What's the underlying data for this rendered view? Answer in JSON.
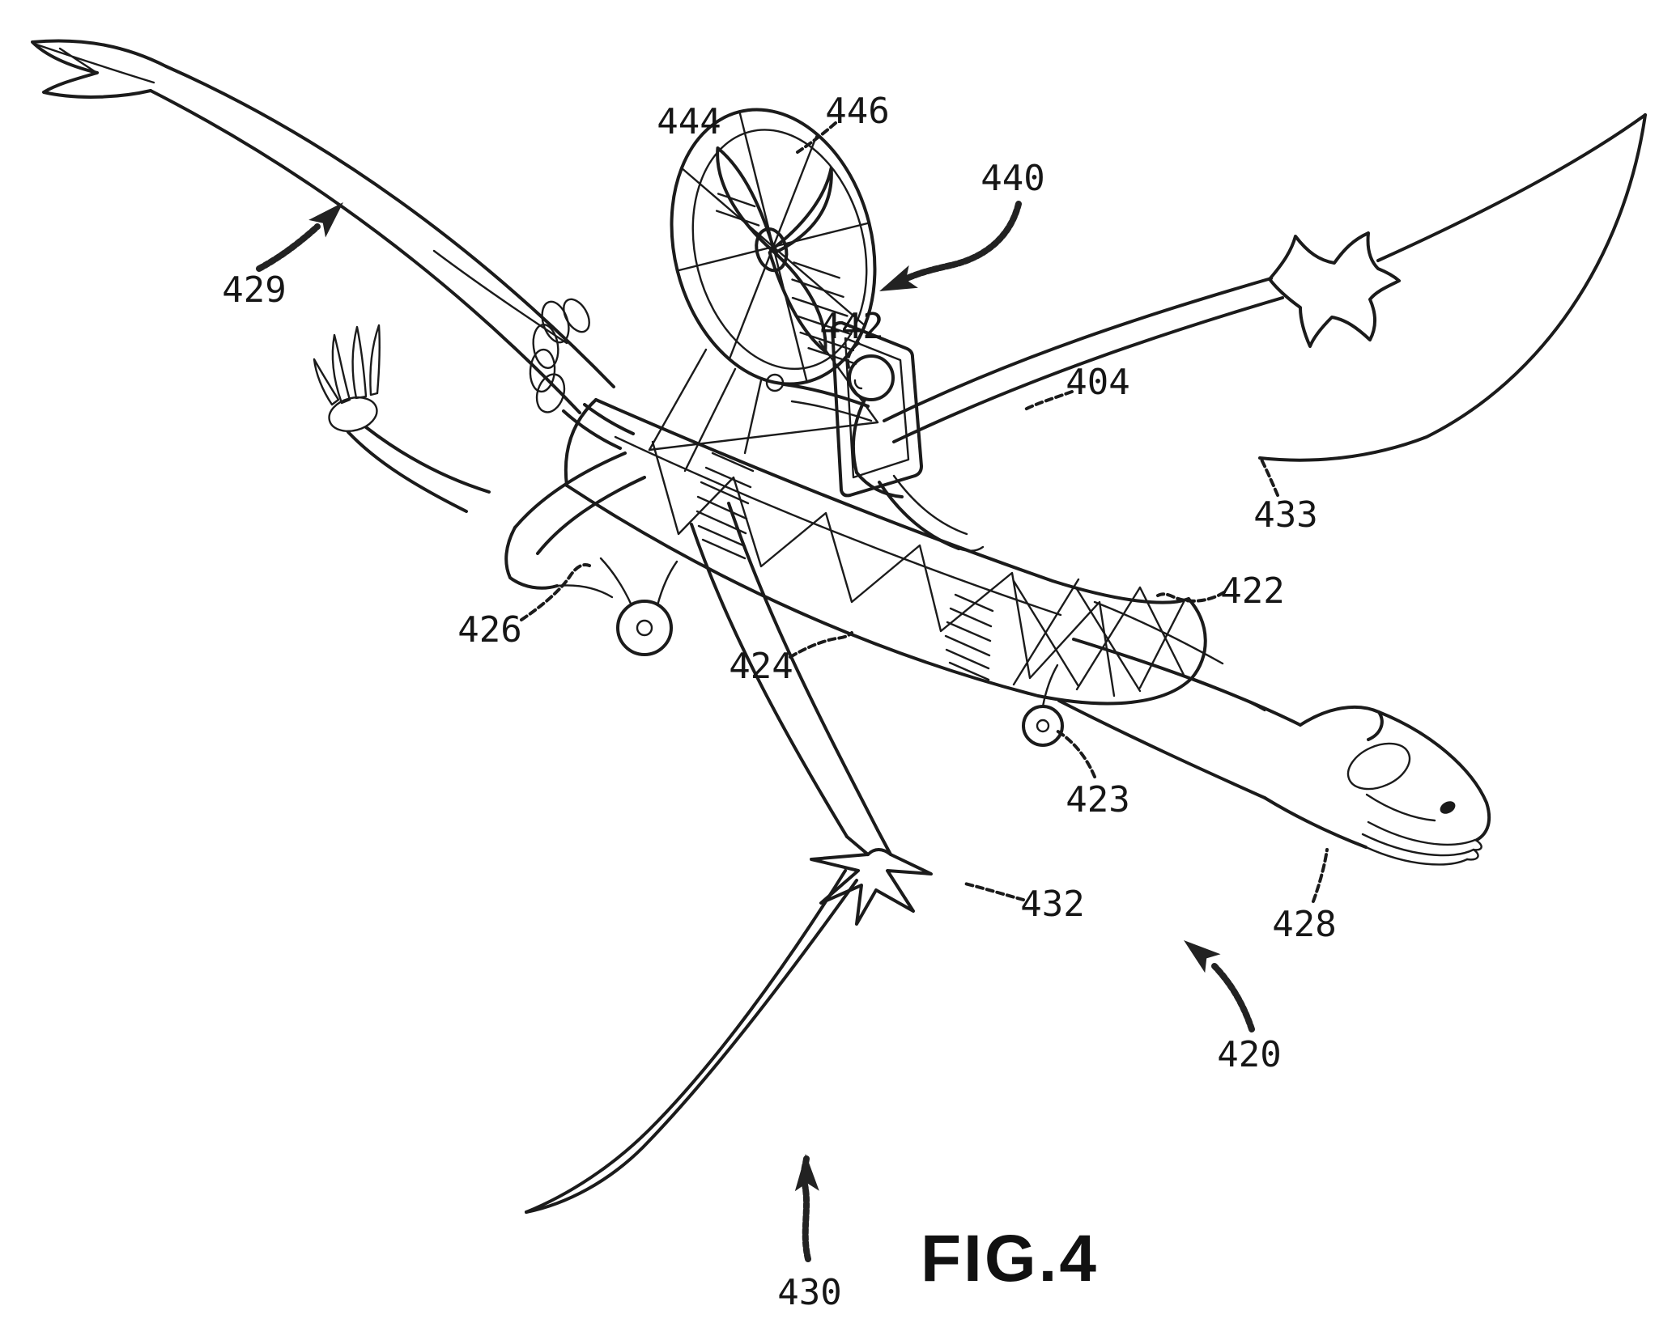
{
  "figure": {
    "caption": "FIG.4"
  },
  "labels": {
    "n404": "404",
    "n420": "420",
    "n422": "422",
    "n423": "423",
    "n424": "424",
    "n426": "426",
    "n428": "428",
    "n429": "429",
    "n430": "430",
    "n432": "432",
    "n433": "433",
    "n440": "440",
    "n442": "442",
    "n444": "444",
    "n446": "446"
  },
  "colors": {
    "ink": "#1b1b1b",
    "paper": "#ffffff"
  }
}
